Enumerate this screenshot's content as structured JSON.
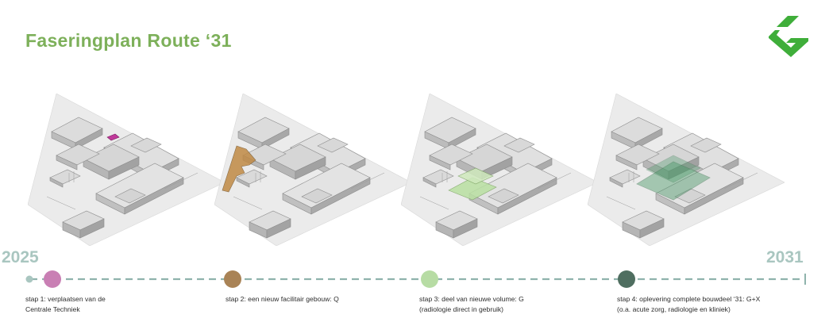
{
  "title": "Faseringplan Route ‘31",
  "timeline": {
    "start_year": "2025",
    "end_year": "2031",
    "line_color": "#8fb3ac"
  },
  "steps": [
    {
      "line1": "stap 1: verplaatsen van de",
      "line2": "Centrale Techniek",
      "color": "#c97fb4",
      "highlight": "#c0399a"
    },
    {
      "line1": "stap 2: een nieuw facilitair gebouw: Q",
      "line2": "",
      "color": "#a98356",
      "highlight": "#c08a45"
    },
    {
      "line1": "stap 3: deel van nieuwe volume: G",
      "line2": "(radiologie direct in gebruik)",
      "color": "#b7dca4",
      "highlight": "#b9e0a2"
    },
    {
      "line1": "stap 4: oplevering complete bouwdeel ‘31: G+X",
      "line2": "(o.a. acute zorg, radiologie en kliniek)",
      "color": "#4f6e60",
      "highlight": "#4d9a6a"
    }
  ],
  "colors": {
    "brand_green": "#3fae3a",
    "title_green": "#7db05a"
  }
}
